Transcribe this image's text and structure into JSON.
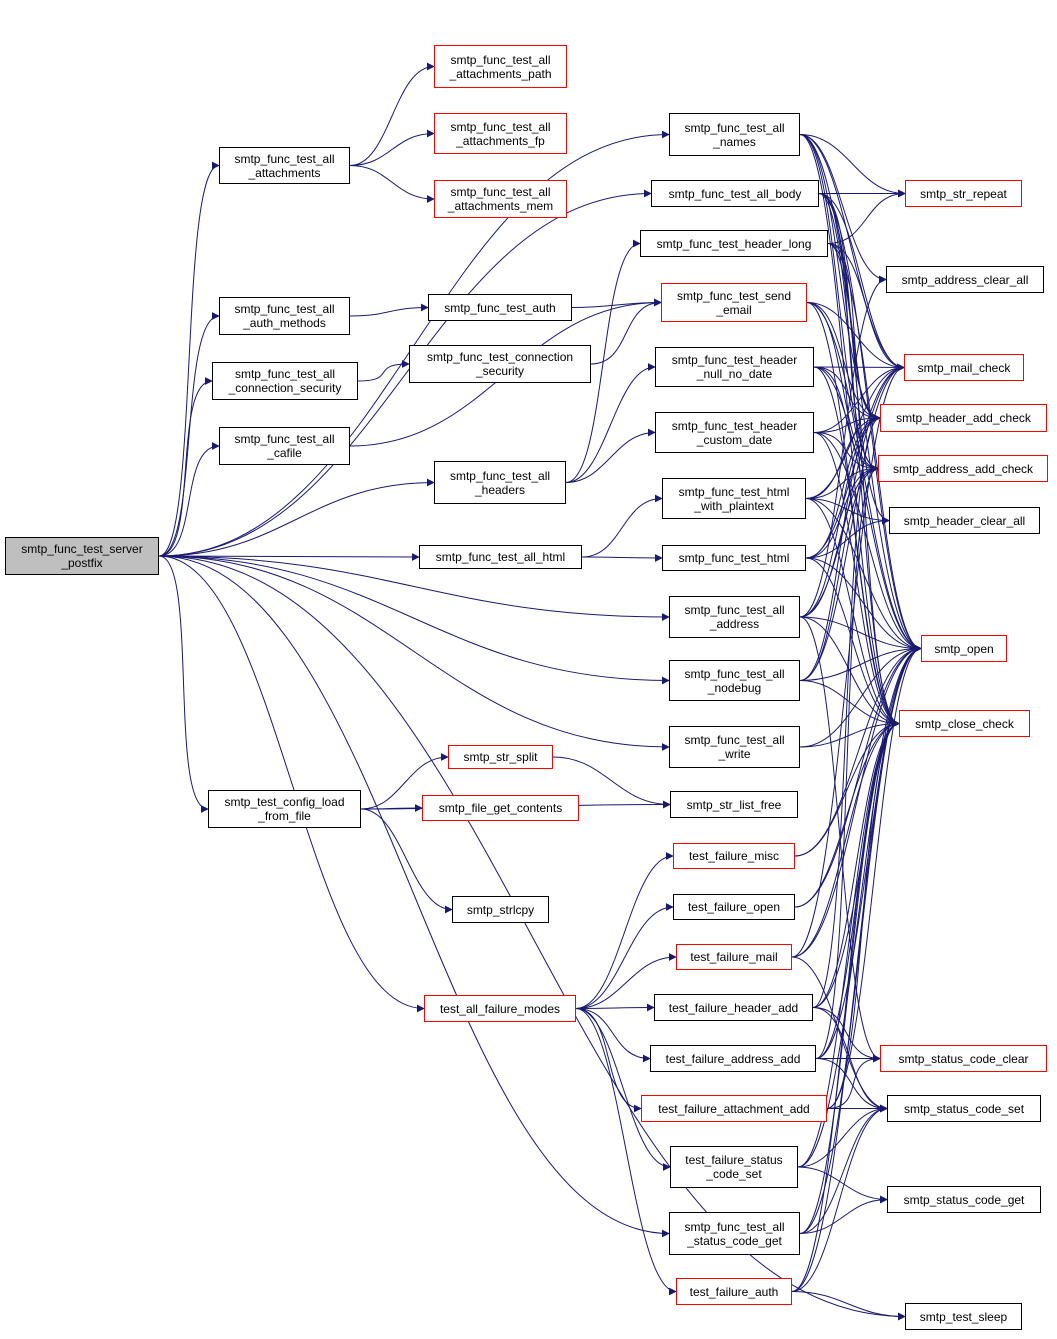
{
  "graph": {
    "edge_color": "#191970",
    "root_fill": "#bfbfbf",
    "link_border": "#ff0000",
    "normal_border": "#000000",
    "nodes": [
      {
        "id": "root",
        "lines": [
          "smtp_func_test_server",
          "_postfix"
        ],
        "kind": "root"
      },
      {
        "id": "t_attachments",
        "lines": [
          "smtp_func_test_all",
          "_attachments"
        ],
        "kind": "normal"
      },
      {
        "id": "t_auth_methods",
        "lines": [
          "smtp_func_test_all",
          "_auth_methods"
        ],
        "kind": "normal"
      },
      {
        "id": "t_conn_sec",
        "lines": [
          "smtp_func_test_all",
          "_connection_security"
        ],
        "kind": "normal"
      },
      {
        "id": "t_cafile",
        "lines": [
          "smtp_func_test_all",
          "_cafile"
        ],
        "kind": "normal"
      },
      {
        "id": "config_load",
        "lines": [
          "smtp_test_config_load",
          "_from_file"
        ],
        "kind": "normal"
      },
      {
        "id": "att_path",
        "lines": [
          "smtp_func_test_all",
          "_attachments_path"
        ],
        "kind": "red"
      },
      {
        "id": "att_fp",
        "lines": [
          "smtp_func_test_all",
          "_attachments_fp"
        ],
        "kind": "red"
      },
      {
        "id": "att_mem",
        "lines": [
          "smtp_func_test_all",
          "_attachments_mem"
        ],
        "kind": "red"
      },
      {
        "id": "t_auth",
        "lines": [
          "smtp_func_test_auth"
        ],
        "kind": "normal"
      },
      {
        "id": "conn_sec",
        "lines": [
          "smtp_func_test_connection",
          "_security"
        ],
        "kind": "normal"
      },
      {
        "id": "t_headers",
        "lines": [
          "smtp_func_test_all",
          "_headers"
        ],
        "kind": "normal"
      },
      {
        "id": "t_html",
        "lines": [
          "smtp_func_test_all_html"
        ],
        "kind": "normal"
      },
      {
        "id": "str_split",
        "lines": [
          "smtp_str_split"
        ],
        "kind": "red"
      },
      {
        "id": "file_get",
        "lines": [
          "smtp_file_get_contents"
        ],
        "kind": "red"
      },
      {
        "id": "strlcpy",
        "lines": [
          "smtp_strlcpy"
        ],
        "kind": "normal"
      },
      {
        "id": "all_failure",
        "lines": [
          "test_all_failure_modes"
        ],
        "kind": "red"
      },
      {
        "id": "t_names",
        "lines": [
          "smtp_func_test_all",
          "_names"
        ],
        "kind": "normal"
      },
      {
        "id": "t_body",
        "lines": [
          "smtp_func_test_all_body"
        ],
        "kind": "normal"
      },
      {
        "id": "hdr_long",
        "lines": [
          "smtp_func_test_header_long"
        ],
        "kind": "normal"
      },
      {
        "id": "send_email",
        "lines": [
          "smtp_func_test_send",
          "_email"
        ],
        "kind": "red"
      },
      {
        "id": "hdr_null",
        "lines": [
          "smtp_func_test_header",
          "_null_no_date"
        ],
        "kind": "normal"
      },
      {
        "id": "hdr_custom",
        "lines": [
          "smtp_func_test_header",
          "_custom_date"
        ],
        "kind": "normal"
      },
      {
        "id": "html_plain",
        "lines": [
          "smtp_func_test_html",
          "_with_plaintext"
        ],
        "kind": "normal"
      },
      {
        "id": "html",
        "lines": [
          "smtp_func_test_html"
        ],
        "kind": "normal"
      },
      {
        "id": "t_address",
        "lines": [
          "smtp_func_test_all",
          "_address"
        ],
        "kind": "normal"
      },
      {
        "id": "t_nodebug",
        "lines": [
          "smtp_func_test_all",
          "_nodebug"
        ],
        "kind": "normal"
      },
      {
        "id": "t_write",
        "lines": [
          "smtp_func_test_all",
          "_write"
        ],
        "kind": "normal"
      },
      {
        "id": "str_list_free",
        "lines": [
          "smtp_str_list_free"
        ],
        "kind": "normal"
      },
      {
        "id": "f_misc",
        "lines": [
          "test_failure_misc"
        ],
        "kind": "red"
      },
      {
        "id": "f_open",
        "lines": [
          "test_failure_open"
        ],
        "kind": "normal"
      },
      {
        "id": "f_mail",
        "lines": [
          "test_failure_mail"
        ],
        "kind": "red"
      },
      {
        "id": "f_header_add",
        "lines": [
          "test_failure_header_add"
        ],
        "kind": "normal"
      },
      {
        "id": "f_address_add",
        "lines": [
          "test_failure_address_add"
        ],
        "kind": "normal"
      },
      {
        "id": "f_attach_add",
        "lines": [
          "test_failure_attachment_add"
        ],
        "kind": "red"
      },
      {
        "id": "f_status_set",
        "lines": [
          "test_failure_status",
          "_code_set"
        ],
        "kind": "normal"
      },
      {
        "id": "t_status_get",
        "lines": [
          "smtp_func_test_all",
          "_status_code_get"
        ],
        "kind": "normal"
      },
      {
        "id": "f_auth",
        "lines": [
          "test_failure_auth"
        ],
        "kind": "red"
      },
      {
        "id": "str_repeat",
        "lines": [
          "smtp_str_repeat"
        ],
        "kind": "red"
      },
      {
        "id": "addr_clear_all",
        "lines": [
          "smtp_address_clear_all"
        ],
        "kind": "normal"
      },
      {
        "id": "mail_check",
        "lines": [
          "smtp_mail_check"
        ],
        "kind": "red"
      },
      {
        "id": "hdr_add_check",
        "lines": [
          "smtp_header_add_check"
        ],
        "kind": "red"
      },
      {
        "id": "addr_add_check",
        "lines": [
          "smtp_address_add_check"
        ],
        "kind": "red"
      },
      {
        "id": "hdr_clear_all",
        "lines": [
          "smtp_header_clear_all"
        ],
        "kind": "normal"
      },
      {
        "id": "open",
        "lines": [
          "smtp_open"
        ],
        "kind": "red"
      },
      {
        "id": "close_check",
        "lines": [
          "smtp_close_check"
        ],
        "kind": "red"
      },
      {
        "id": "sc_clear",
        "lines": [
          "smtp_status_code_clear"
        ],
        "kind": "red"
      },
      {
        "id": "sc_set",
        "lines": [
          "smtp_status_code_set"
        ],
        "kind": "normal"
      },
      {
        "id": "sc_get",
        "lines": [
          "smtp_status_code_get"
        ],
        "kind": "normal"
      },
      {
        "id": "sleep",
        "lines": [
          "smtp_test_sleep"
        ],
        "kind": "normal"
      }
    ],
    "edges": [
      [
        "root",
        "t_attachments"
      ],
      [
        "root",
        "t_auth_methods"
      ],
      [
        "root",
        "t_conn_sec"
      ],
      [
        "root",
        "t_cafile"
      ],
      [
        "root",
        "t_headers"
      ],
      [
        "root",
        "t_html"
      ],
      [
        "root",
        "config_load"
      ],
      [
        "root",
        "all_failure"
      ],
      [
        "root",
        "t_names"
      ],
      [
        "root",
        "t_body"
      ],
      [
        "root",
        "t_address"
      ],
      [
        "root",
        "t_nodebug"
      ],
      [
        "root",
        "t_write"
      ],
      [
        "root",
        "t_status_get"
      ],
      [
        "root",
        "sleep"
      ],
      [
        "t_attachments",
        "att_path"
      ],
      [
        "t_attachments",
        "att_fp"
      ],
      [
        "t_attachments",
        "att_mem"
      ],
      [
        "t_auth_methods",
        "t_auth"
      ],
      [
        "t_auth",
        "send_email"
      ],
      [
        "t_conn_sec",
        "conn_sec"
      ],
      [
        "conn_sec",
        "send_email"
      ],
      [
        "t_cafile",
        "send_email"
      ],
      [
        "t_headers",
        "hdr_long"
      ],
      [
        "t_headers",
        "hdr_null"
      ],
      [
        "t_headers",
        "hdr_custom"
      ],
      [
        "t_html",
        "html_plain"
      ],
      [
        "t_html",
        "html"
      ],
      [
        "config_load",
        "str_split"
      ],
      [
        "config_load",
        "file_get"
      ],
      [
        "config_load",
        "str_list_free"
      ],
      [
        "config_load",
        "strlcpy"
      ],
      [
        "str_split",
        "str_list_free"
      ],
      [
        "all_failure",
        "f_misc"
      ],
      [
        "all_failure",
        "f_open"
      ],
      [
        "all_failure",
        "f_mail"
      ],
      [
        "all_failure",
        "f_header_add"
      ],
      [
        "all_failure",
        "f_address_add"
      ],
      [
        "all_failure",
        "f_attach_add"
      ],
      [
        "all_failure",
        "f_status_set"
      ],
      [
        "all_failure",
        "f_auth"
      ],
      [
        "t_names",
        "str_repeat"
      ],
      [
        "t_names",
        "addr_clear_all"
      ],
      [
        "t_names",
        "mail_check"
      ],
      [
        "t_names",
        "hdr_add_check"
      ],
      [
        "t_names",
        "addr_add_check"
      ],
      [
        "t_names",
        "open"
      ],
      [
        "t_names",
        "close_check"
      ],
      [
        "t_body",
        "str_repeat"
      ],
      [
        "t_body",
        "mail_check"
      ],
      [
        "t_body",
        "hdr_add_check"
      ],
      [
        "t_body",
        "addr_add_check"
      ],
      [
        "t_body",
        "hdr_clear_all"
      ],
      [
        "t_body",
        "open"
      ],
      [
        "t_body",
        "close_check"
      ],
      [
        "hdr_long",
        "str_repeat"
      ],
      [
        "hdr_long",
        "mail_check"
      ],
      [
        "hdr_long",
        "hdr_add_check"
      ],
      [
        "hdr_long",
        "open"
      ],
      [
        "hdr_long",
        "close_check"
      ],
      [
        "send_email",
        "mail_check"
      ],
      [
        "send_email",
        "hdr_add_check"
      ],
      [
        "send_email",
        "addr_add_check"
      ],
      [
        "send_email",
        "open"
      ],
      [
        "send_email",
        "close_check"
      ],
      [
        "hdr_null",
        "mail_check"
      ],
      [
        "hdr_null",
        "hdr_add_check"
      ],
      [
        "hdr_null",
        "addr_add_check"
      ],
      [
        "hdr_null",
        "open"
      ],
      [
        "hdr_null",
        "close_check"
      ],
      [
        "hdr_custom",
        "mail_check"
      ],
      [
        "hdr_custom",
        "hdr_add_check"
      ],
      [
        "hdr_custom",
        "addr_add_check"
      ],
      [
        "hdr_custom",
        "open"
      ],
      [
        "hdr_custom",
        "close_check"
      ],
      [
        "html_plain",
        "mail_check"
      ],
      [
        "html_plain",
        "hdr_add_check"
      ],
      [
        "html_plain",
        "addr_add_check"
      ],
      [
        "html_plain",
        "hdr_clear_all"
      ],
      [
        "html_plain",
        "open"
      ],
      [
        "html_plain",
        "close_check"
      ],
      [
        "html",
        "mail_check"
      ],
      [
        "html",
        "hdr_add_check"
      ],
      [
        "html",
        "addr_add_check"
      ],
      [
        "html",
        "hdr_clear_all"
      ],
      [
        "html",
        "open"
      ],
      [
        "html",
        "close_check"
      ],
      [
        "t_address",
        "addr_clear_all"
      ],
      [
        "t_address",
        "mail_check"
      ],
      [
        "t_address",
        "hdr_add_check"
      ],
      [
        "t_address",
        "addr_add_check"
      ],
      [
        "t_address",
        "open"
      ],
      [
        "t_address",
        "close_check"
      ],
      [
        "t_address",
        "sc_clear"
      ],
      [
        "t_nodebug",
        "mail_check"
      ],
      [
        "t_nodebug",
        "hdr_add_check"
      ],
      [
        "t_nodebug",
        "addr_add_check"
      ],
      [
        "t_nodebug",
        "open"
      ],
      [
        "t_nodebug",
        "close_check"
      ],
      [
        "t_write",
        "open"
      ],
      [
        "t_write",
        "close_check"
      ],
      [
        "f_misc",
        "open"
      ],
      [
        "f_misc",
        "close_check"
      ],
      [
        "f_open",
        "open"
      ],
      [
        "f_open",
        "close_check"
      ],
      [
        "f_mail",
        "mail_check"
      ],
      [
        "f_mail",
        "open"
      ],
      [
        "f_mail",
        "close_check"
      ],
      [
        "f_mail",
        "sc_set"
      ],
      [
        "f_header_add",
        "hdr_add_check"
      ],
      [
        "f_header_add",
        "open"
      ],
      [
        "f_header_add",
        "close_check"
      ],
      [
        "f_header_add",
        "sc_clear"
      ],
      [
        "f_header_add",
        "sc_set"
      ],
      [
        "f_address_add",
        "addr_add_check"
      ],
      [
        "f_address_add",
        "open"
      ],
      [
        "f_address_add",
        "close_check"
      ],
      [
        "f_address_add",
        "sc_clear"
      ],
      [
        "f_address_add",
        "sc_set"
      ],
      [
        "f_attach_add",
        "open"
      ],
      [
        "f_attach_add",
        "close_check"
      ],
      [
        "f_attach_add",
        "sc_clear"
      ],
      [
        "f_attach_add",
        "sc_set"
      ],
      [
        "f_status_set",
        "open"
      ],
      [
        "f_status_set",
        "close_check"
      ],
      [
        "f_status_set",
        "sc_set"
      ],
      [
        "f_status_set",
        "sc_get"
      ],
      [
        "t_status_get",
        "open"
      ],
      [
        "t_status_get",
        "close_check"
      ],
      [
        "t_status_get",
        "sc_set"
      ],
      [
        "t_status_get",
        "sc_get"
      ],
      [
        "f_auth",
        "open"
      ],
      [
        "f_auth",
        "close_check"
      ],
      [
        "f_auth",
        "sc_set"
      ],
      [
        "f_auth",
        "sleep"
      ]
    ]
  }
}
